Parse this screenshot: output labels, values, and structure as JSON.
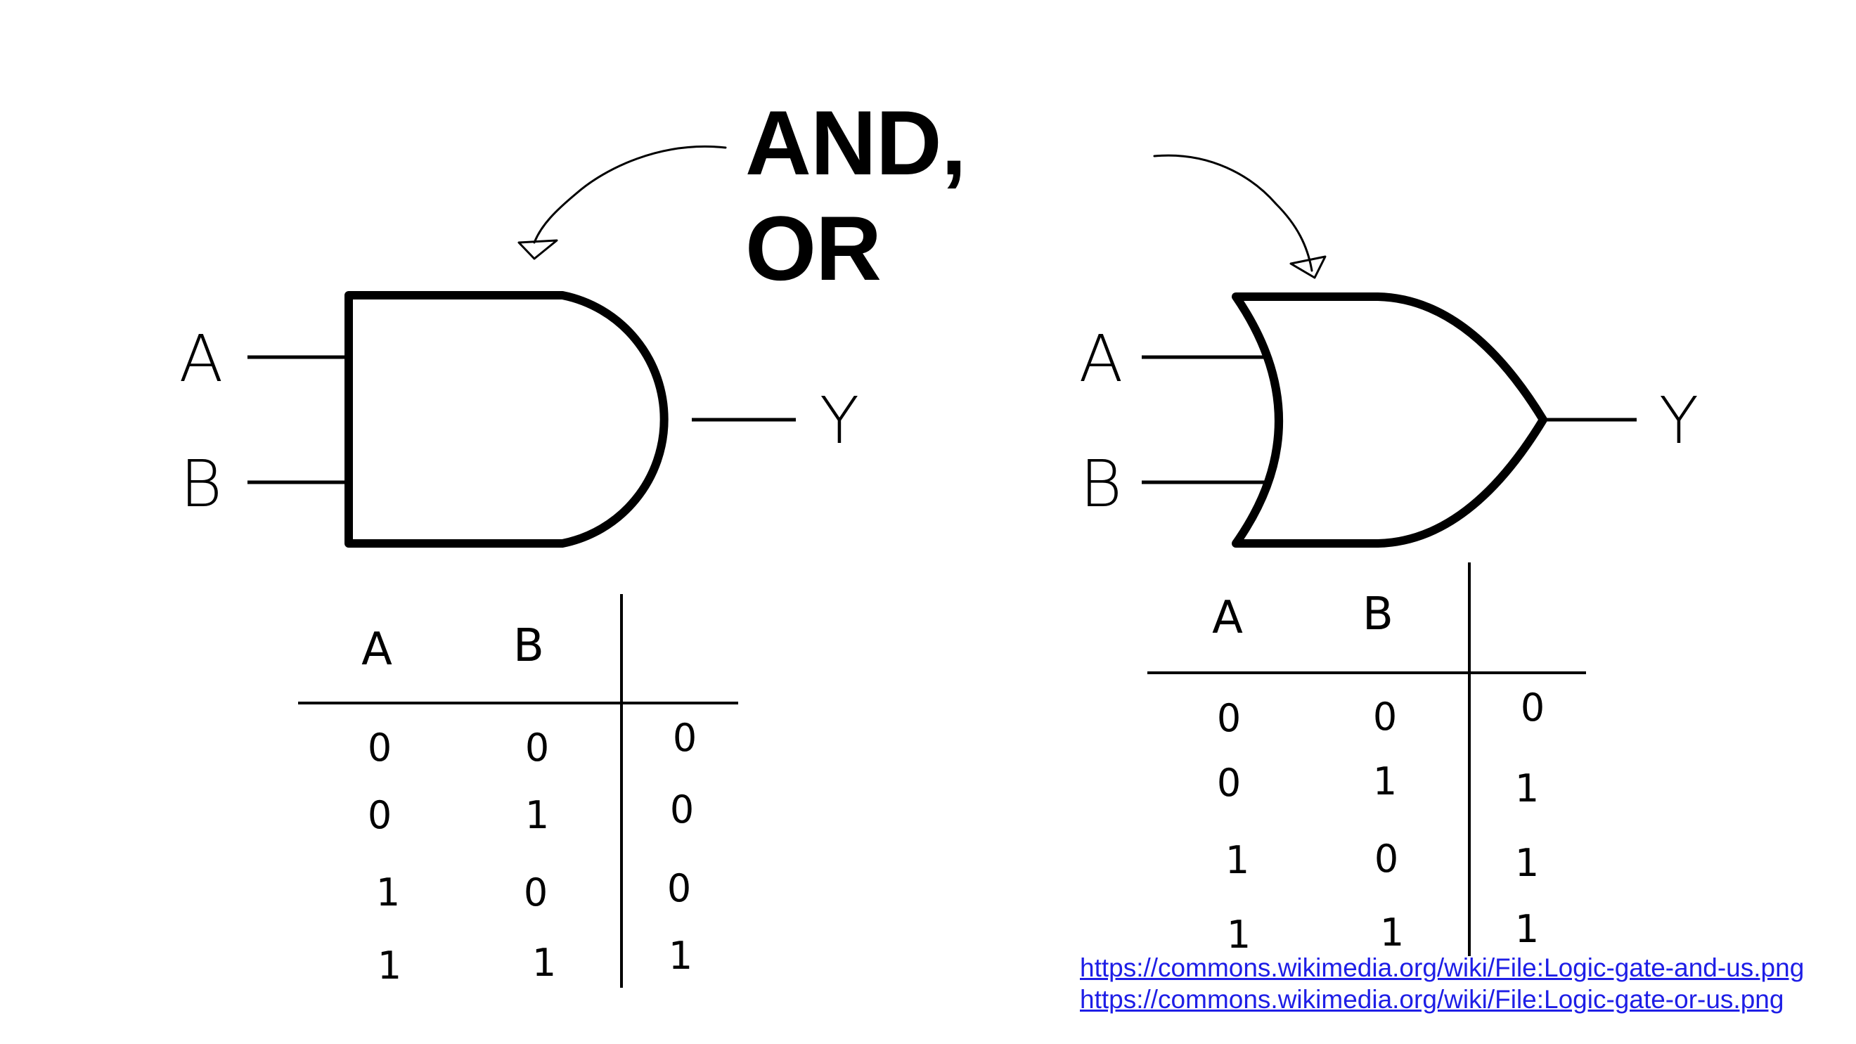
{
  "title": "AND, OR",
  "and_gate": {
    "inputs": [
      "A",
      "B"
    ],
    "output": "Y",
    "headers": [
      "A",
      "B"
    ],
    "rows": [
      [
        "0",
        "0",
        "0"
      ],
      [
        "0",
        "1",
        "0"
      ],
      [
        "1",
        "0",
        "0"
      ],
      [
        "1",
        "1",
        "1"
      ]
    ]
  },
  "or_gate": {
    "inputs": [
      "A",
      "B"
    ],
    "output": "Y",
    "headers": [
      "A",
      "B"
    ],
    "rows": [
      [
        "0",
        "0",
        "0"
      ],
      [
        "0",
        "1",
        "1"
      ],
      [
        "1",
        "0",
        "1"
      ],
      [
        "1",
        "1",
        "1"
      ]
    ]
  },
  "links": [
    "https://commons.wikimedia.org/wiki/File:Logic-gate-and-us.png",
    "https://commons.wikimedia.org/wiki/File:Logic-gate-or-us.png"
  ]
}
